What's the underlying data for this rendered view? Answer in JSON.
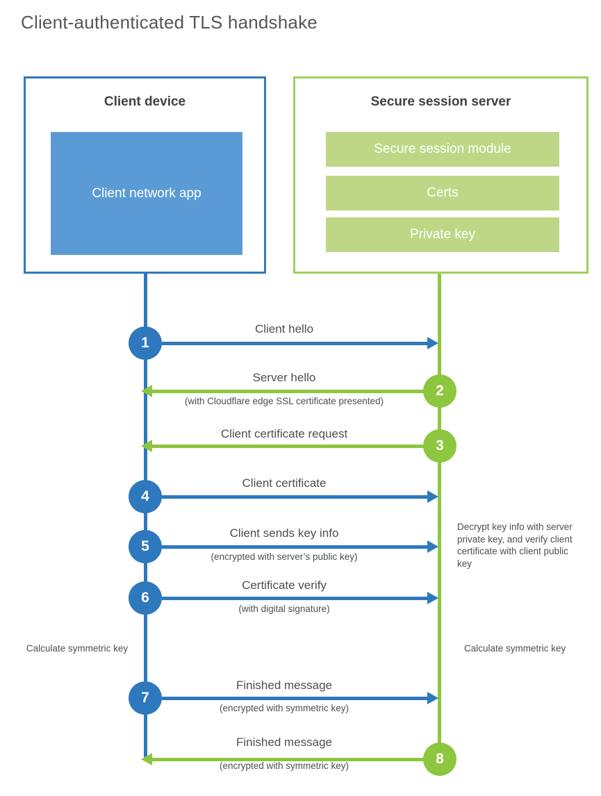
{
  "title": "Client-authenticated TLS handshake",
  "colors": {
    "blue": "#2e78be",
    "blue_fill": "#5b9bd5",
    "green": "#8dc63f",
    "green_border": "#9ed05c",
    "green_fill": "#bdd786"
  },
  "client_box": {
    "title": "Client device",
    "app": "Client network app"
  },
  "server_box": {
    "title": "Secure session server",
    "modules": [
      "Secure session module",
      "Certs",
      "Private key"
    ]
  },
  "steps": [
    {
      "num": "1",
      "label": "Client hello",
      "sublabel": "",
      "direction": "right",
      "from": "client"
    },
    {
      "num": "2",
      "label": "Server hello",
      "sublabel": "(with Cloudflare edge SSL certificate presented)",
      "direction": "left",
      "from": "server"
    },
    {
      "num": "3",
      "label": "Client certificate request",
      "sublabel": "",
      "direction": "left",
      "from": "server"
    },
    {
      "num": "4",
      "label": "Client certificate",
      "sublabel": "",
      "direction": "right",
      "from": "client"
    },
    {
      "num": "5",
      "label": "Client sends key info",
      "sublabel": "(encrypted with server’s public key)",
      "direction": "right",
      "from": "client"
    },
    {
      "num": "6",
      "label": "Certificate verify",
      "sublabel": "(with digital signature)",
      "direction": "right",
      "from": "client"
    },
    {
      "num": "7",
      "label": "Finished message",
      "sublabel": "(encrypted with symmetric key)",
      "direction": "right",
      "from": "client"
    },
    {
      "num": "8",
      "label": "Finished message",
      "sublabel": "(encrypted with symmetric key)",
      "direction": "left",
      "from": "server"
    }
  ],
  "annotations": {
    "decrypt_note": "Decrypt key info with server private key, and verify client certificate with client public key",
    "calc_left": "Calculate symmetric key",
    "calc_right": "Calculate symmetric key"
  }
}
